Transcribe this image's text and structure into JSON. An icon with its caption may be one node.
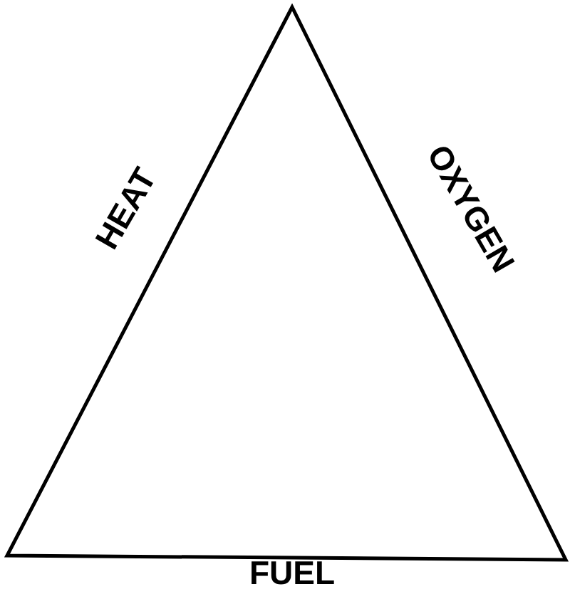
{
  "diagram": {
    "labels": [
      "HEAT",
      "OXYGEN",
      "FUEL"
    ]
  }
}
